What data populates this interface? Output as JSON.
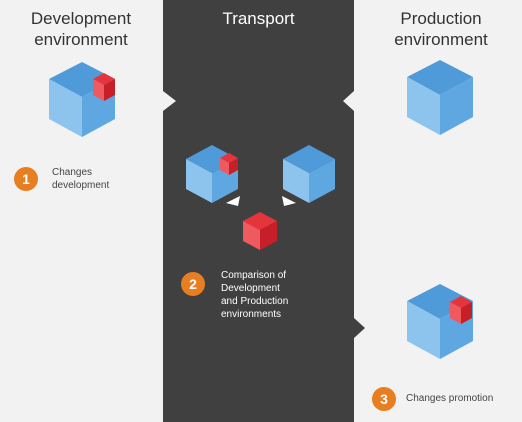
{
  "columns": {
    "development": {
      "title_line1": "Development",
      "title_line2": "environment"
    },
    "transport": {
      "title": "Transport"
    },
    "production": {
      "title_line1": "Production",
      "title_line2": "environment"
    }
  },
  "steps": [
    {
      "number": "1",
      "lines": [
        "Changes",
        "development"
      ]
    },
    {
      "number": "2",
      "lines": [
        "Comparison of",
        "Development",
        "and Production",
        "environments"
      ]
    },
    {
      "number": "3",
      "lines": [
        "Changes promotion"
      ]
    }
  ],
  "colors": {
    "background": "#f2f2f2",
    "transport_band": "#404040",
    "cube_top": "#4f9ad8",
    "cube_left": "#8cc4ee",
    "cube_right": "#5fa7e0",
    "change_red": "#d9262f",
    "badge": "#e87e22"
  }
}
